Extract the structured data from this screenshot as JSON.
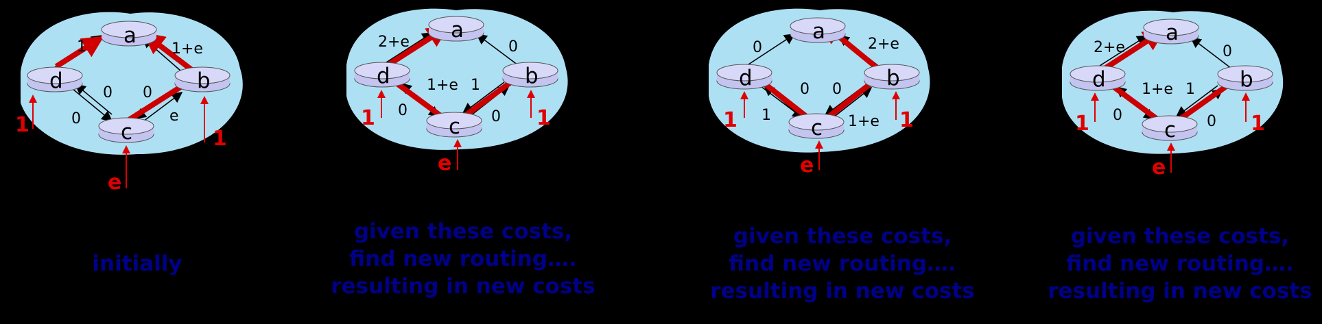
{
  "panels": [
    {
      "node_labels": {
        "a": "a",
        "b": "b",
        "c": "c",
        "d": "d"
      },
      "edge_labels": [
        "1",
        "1+e",
        "0",
        "0",
        "0",
        "e"
      ],
      "input_labels": {
        "d": "1",
        "b": "1",
        "c": "e"
      },
      "caption": [
        "initially"
      ]
    },
    {
      "node_labels": {
        "a": "a",
        "b": "b",
        "c": "c",
        "d": "d"
      },
      "edge_labels": [
        "2+e",
        "0",
        "1+e",
        "1",
        "0",
        "0"
      ],
      "input_labels": {
        "d": "1",
        "b": "1",
        "c": "e"
      },
      "caption": [
        "given these costs,",
        "find new routing….",
        "resulting in new costs"
      ]
    },
    {
      "node_labels": {
        "a": "a",
        "b": "b",
        "c": "c",
        "d": "d"
      },
      "edge_labels": [
        "0",
        "2+e",
        "0",
        "0",
        "1",
        "1+e"
      ],
      "input_labels": {
        "d": "1",
        "b": "1",
        "c": "e"
      },
      "caption": [
        "given these costs,",
        "find new routing….",
        "resulting in new costs"
      ]
    },
    {
      "node_labels": {
        "a": "a",
        "b": "b",
        "c": "c",
        "d": "d"
      },
      "edge_labels": [
        "2+e",
        "0",
        "1+e",
        "1",
        "0",
        "0"
      ],
      "input_labels": {
        "d": "1",
        "b": "1",
        "c": "e"
      },
      "caption": [
        "given these costs,",
        "find new routing….",
        "resulting in new costs"
      ]
    }
  ]
}
